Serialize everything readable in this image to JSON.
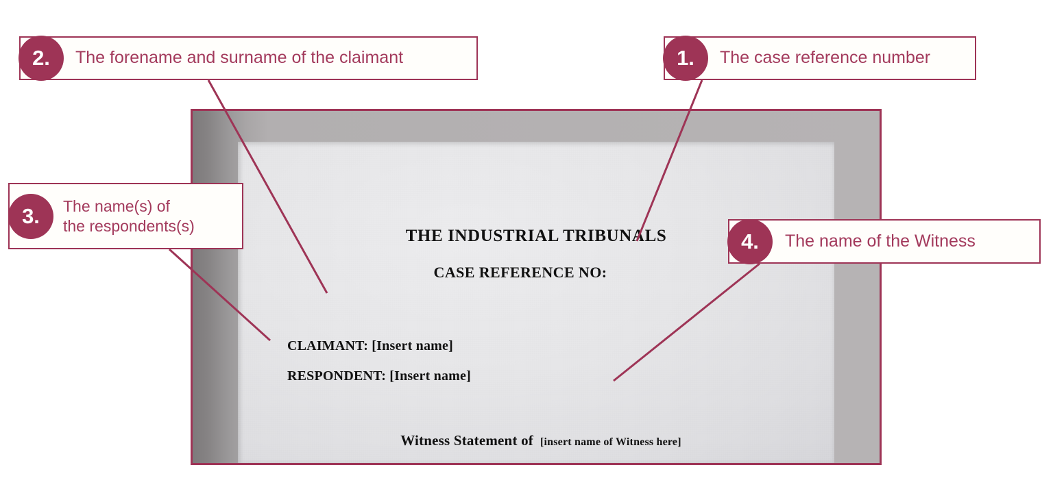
{
  "theme": {
    "accent": "#9e3456",
    "text_accent": "#a33a5c",
    "callout_bg": "#fffefb",
    "frame_gray": "#b6b3b4",
    "paper": "#e6e6e8",
    "doc_text": "#111111"
  },
  "document": {
    "title": "THE INDUSTRIAL TRIBUNALS",
    "case_reference_label": "CASE REFERENCE NO:",
    "claimant_line": "CLAIMANT: [Insert name]",
    "respondent_line": "RESPONDENT: [Insert name]",
    "witness_statement_label": "Witness Statement of",
    "witness_statement_placeholder": "[insert name of Witness here]"
  },
  "callouts": [
    {
      "number": "1.",
      "text": "The case reference number",
      "points_to": "case-reference-no"
    },
    {
      "number": "2.",
      "text": "The forename and surname of the claimant",
      "points_to": "claimant-line"
    },
    {
      "number": "3.",
      "text": "The name(s) of\nthe respondents(s)",
      "points_to": "respondent-line"
    },
    {
      "number": "4.",
      "text": "The name of the Witness",
      "points_to": "witness-statement-line"
    }
  ]
}
